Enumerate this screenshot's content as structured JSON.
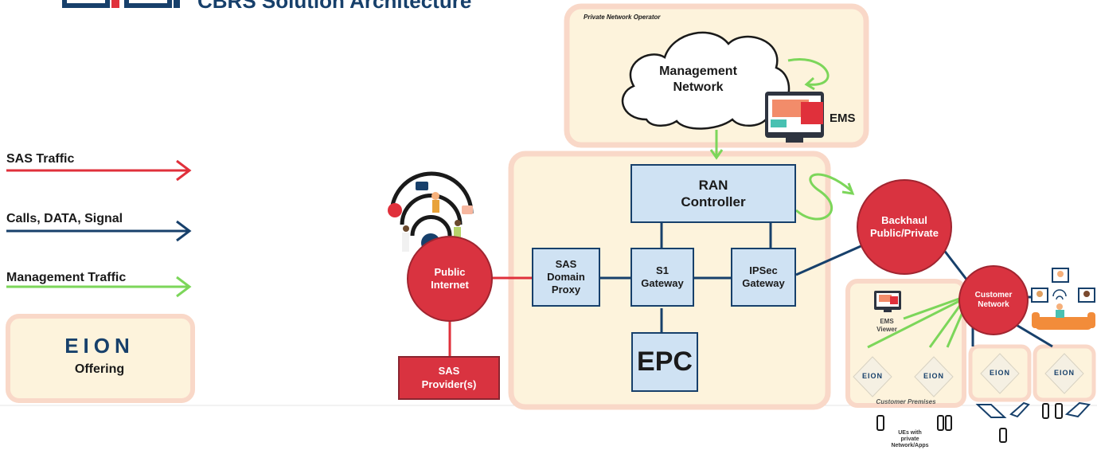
{
  "header": {
    "title": "CBRS Solution Architecture"
  },
  "colors": {
    "sas_traffic": "#e0303b",
    "calls_data_signal": "#17406b",
    "management_traffic": "#7cd65a",
    "panel_fill": "#fdf3dc",
    "panel_border": "#f9d8c8",
    "node_red": "#d93340",
    "node_blue": "#cfe2f3"
  },
  "legend": {
    "items": [
      {
        "label": "SAS Traffic",
        "color": "sas_traffic"
      },
      {
        "label": "Calls, DATA, Signal",
        "color": "calls_data_signal"
      },
      {
        "label": "Management Traffic",
        "color": "management_traffic"
      }
    ],
    "offering_logo": "EION",
    "offering_label": "Offering"
  },
  "operator_panel": {
    "label": "Private Network Operator",
    "cloud_label": "Management\nNetwork",
    "ems_label": "EMS"
  },
  "core": {
    "ran_controller": "RAN\nController",
    "sas_domain_proxy": "SAS\nDomain\nProxy",
    "s1_gateway": "S1\nGateway",
    "ipsec_gateway": "IPSec\nGateway",
    "epc": "EPC"
  },
  "nodes": {
    "public_internet": "Public\nInternet",
    "sas_providers": "SAS\nProvider(s)",
    "backhaul": "Backhaul\nPublic/Private",
    "customer_network": "Customer\nNetwork"
  },
  "premises": {
    "ems_viewer": "EMS\nViewer",
    "label": "Customer Premises",
    "device_logo": "EION",
    "ues_label": "UEs with\nprivate\nNetwork/Apps"
  },
  "icons": [
    "wifi-people-icon",
    "monitor-icon",
    "laptop-icon",
    "phone-icon",
    "video-call-icon",
    "access-point-icon"
  ]
}
